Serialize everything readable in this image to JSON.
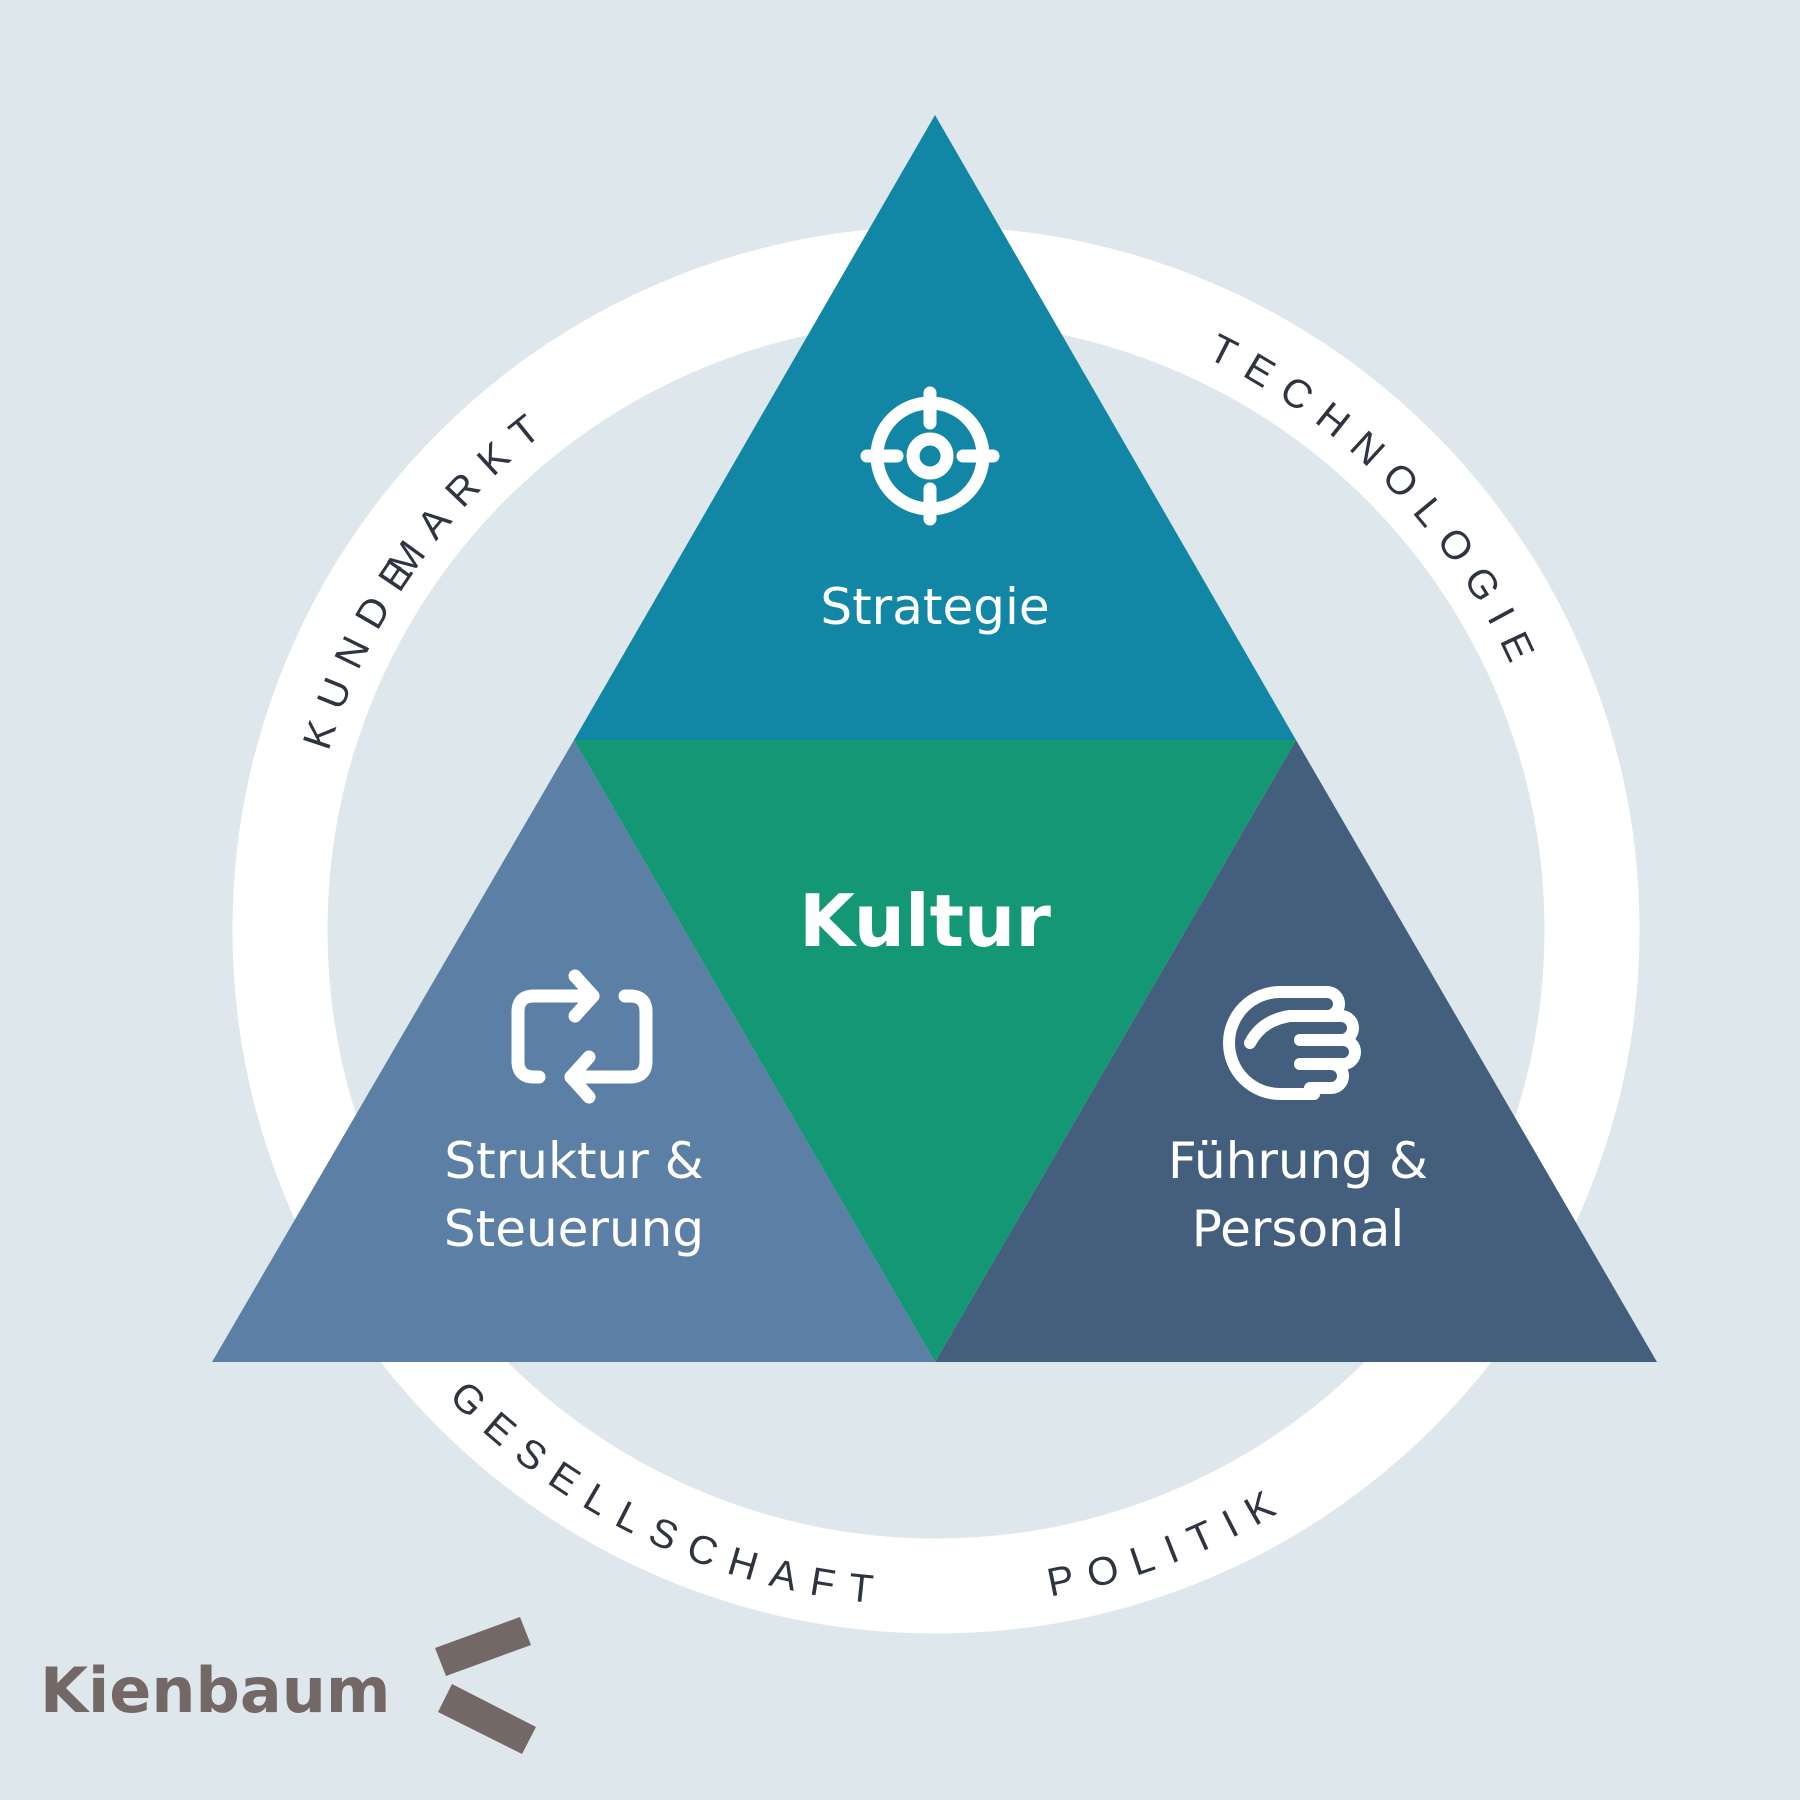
{
  "ring": {
    "labels": {
      "markt": "MARKT",
      "technologie": "TECHNOLOGIE",
      "kunde": "KUNDE",
      "gesellschaft": "GESELLSCHAFT",
      "politik": "POLITIK"
    }
  },
  "segments": {
    "top": {
      "label": "Strategie",
      "icon": "target-crosshair-icon",
      "color": "#1286a5"
    },
    "center": {
      "label": "Kultur",
      "color": "#149775"
    },
    "left": {
      "line1": "Struktur &",
      "line2": "Steuerung",
      "icon": "cycle-arrows-icon",
      "color": "#5c7fa6"
    },
    "right": {
      "line1": "Führung &",
      "line2": "Personal",
      "icon": "hand-icon",
      "color": "#445f7d"
    }
  },
  "brand": {
    "name": "Kienbaum",
    "icon": "kienbaum-logo-icon",
    "color": "#746866"
  },
  "colors": {
    "background": "#dee8ec",
    "ring": "#ffffff"
  }
}
